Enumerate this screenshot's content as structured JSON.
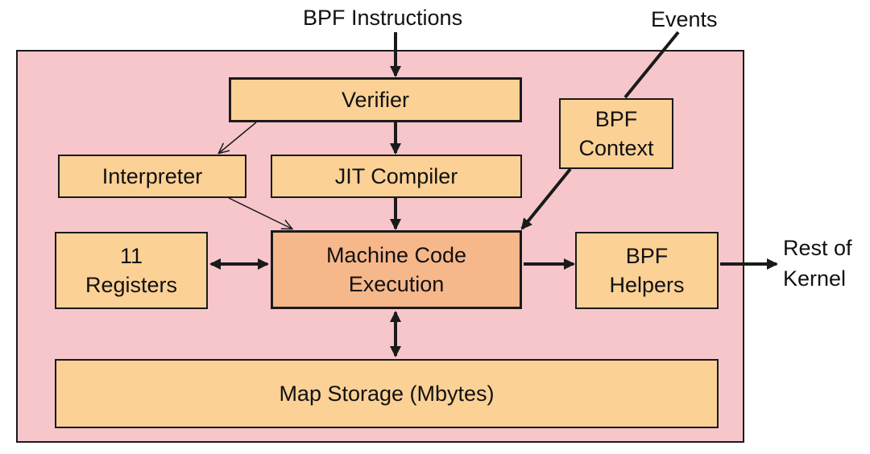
{
  "diagram": {
    "inputs": {
      "instructions": "BPF Instructions",
      "events": "Events"
    },
    "output": {
      "line1": "Rest of",
      "line2": "Kernel"
    },
    "boxes": {
      "verifier": "Verifier",
      "interpreter": "Interpreter",
      "jit": "JIT Compiler",
      "context_line1": "BPF",
      "context_line2": "Context",
      "registers_line1": "11",
      "registers_line2": "Registers",
      "execution_line1": "Machine Code",
      "execution_line2": "Execution",
      "helpers_line1": "BPF",
      "helpers_line2": "Helpers",
      "map_storage": "Map Storage (Mbytes)"
    },
    "colors": {
      "outer_fill": "#f7c6cb",
      "box_fill": "#fbd196",
      "core_fill": "#f6b78b",
      "stroke": "#1a1a1a"
    }
  }
}
